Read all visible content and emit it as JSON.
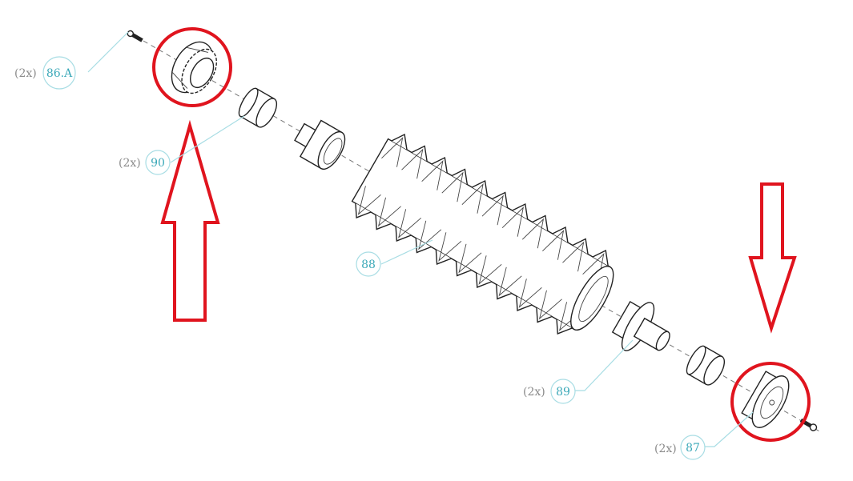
{
  "diagram": {
    "callouts": [
      {
        "id": "screw-86a",
        "qty": "(2x)",
        "number": "86.A"
      },
      {
        "id": "bushing-90",
        "qty": "(2x)",
        "number": "90"
      },
      {
        "id": "brush-88",
        "qty": "",
        "number": "88"
      },
      {
        "id": "hub-89",
        "qty": "(2x)",
        "number": "89"
      },
      {
        "id": "gear-87",
        "qty": "(2x)",
        "number": "87"
      }
    ],
    "highlight_color": "#e0141e",
    "callout_color": "#3aa8b8"
  }
}
